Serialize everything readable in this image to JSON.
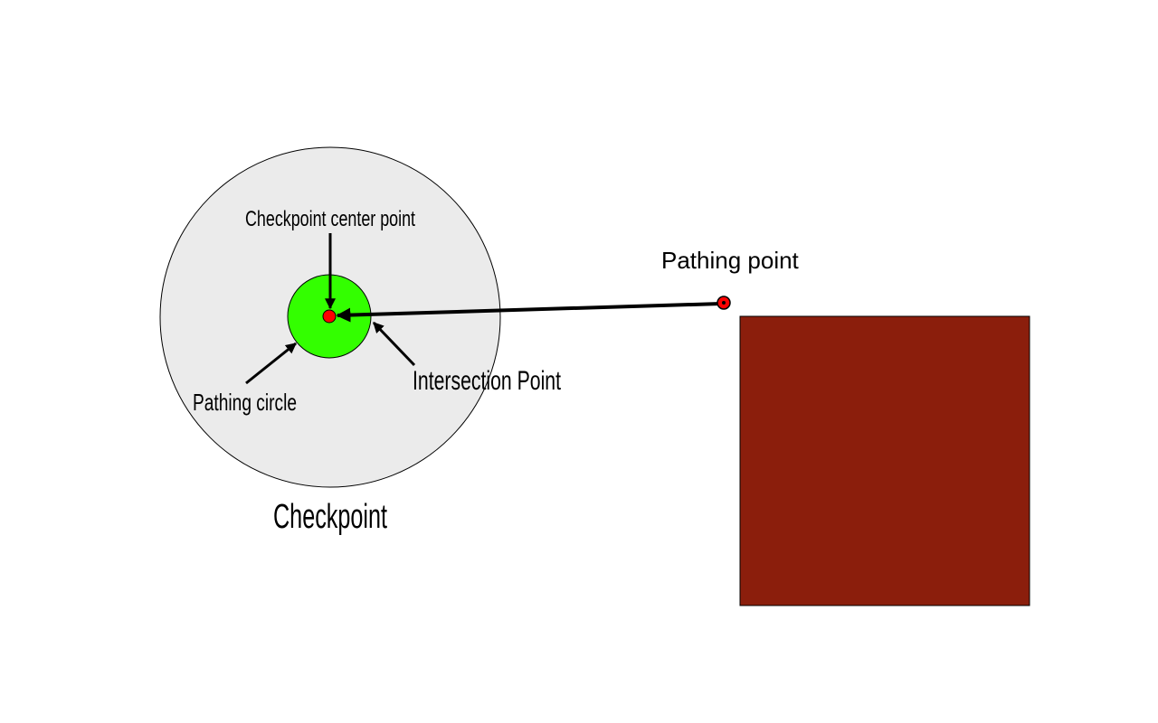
{
  "labels": {
    "checkpoint_center_point": "Checkpoint center point",
    "pathing_point": "Pathing point",
    "intersection_point": "Intersection Point",
    "pathing_circle": "Pathing circle",
    "checkpoint": "Checkpoint"
  },
  "colors": {
    "checkpoint_fill": "#ebebeb",
    "pathing_circle_fill": "#33ff00",
    "point_fill": "#ff0000",
    "obstacle_fill": "#8b1e0c",
    "line": "#000000"
  }
}
